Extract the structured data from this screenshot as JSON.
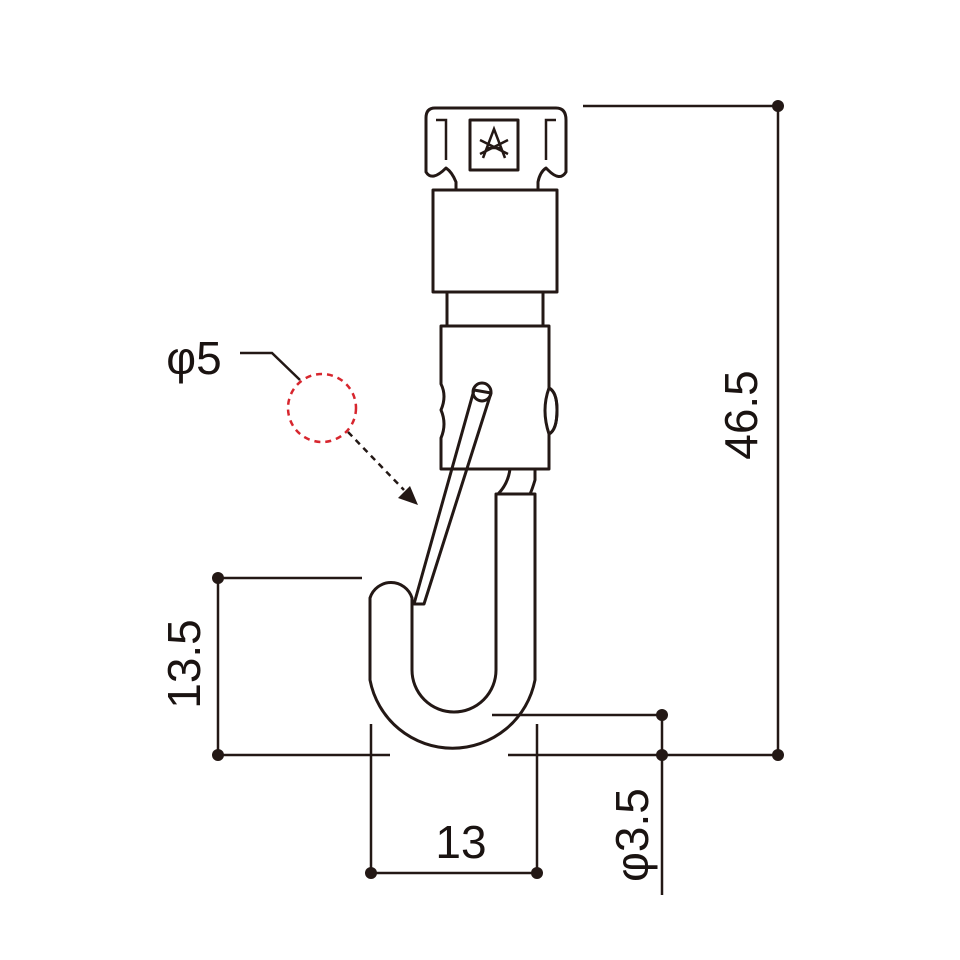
{
  "diagram": {
    "dimensions": {
      "overall_height": "46.5",
      "hook_depth": "13.5",
      "hook_width": "13",
      "wire_diameter": "φ3.5",
      "ring_diameter": "φ5"
    },
    "logo_text": "A",
    "colors": {
      "line": "#231815",
      "ring_dashed": "#d7262e",
      "background": "#ffffff"
    }
  }
}
